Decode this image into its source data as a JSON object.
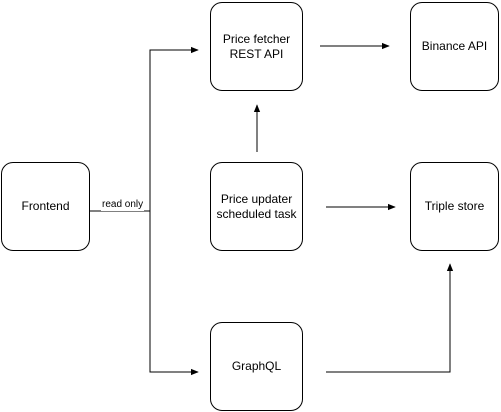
{
  "nodes": {
    "frontend": "Frontend",
    "price_fetcher": "Price fetcher\nREST API",
    "binance_api": "Binance API",
    "price_updater": "Price updater\nscheduled task",
    "triple_store": "Triple store",
    "graphql": "GraphQL"
  },
  "edges": {
    "read_only": "read only"
  },
  "colors": {
    "stroke": "#000000",
    "fill": "#ffffff"
  }
}
